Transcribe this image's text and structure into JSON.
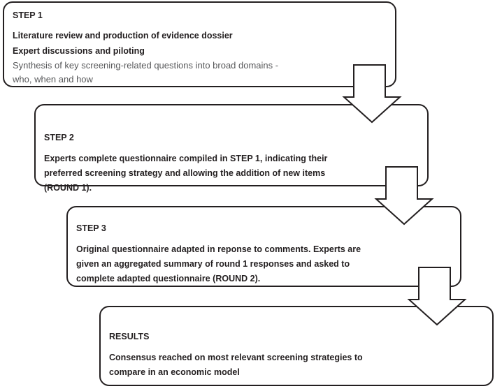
{
  "diagram": {
    "title": "Delphi consensus process flowchart",
    "background_color": "#ffffff",
    "line_color": "#231f20",
    "muted_text_color": "#58595b"
  },
  "stages": [
    {
      "id": "step-1",
      "heading": "STEP 1",
      "lines": [
        "Literature review and production of evidence dossier",
        "Expert discussions and piloting"
      ],
      "note_line_1": "Synthesis of key screening-related questions into broad domains -",
      "note_line_2": "who, when and how"
    },
    {
      "id": "step-2",
      "heading": "STEP 2",
      "lines": [
        "Experts complete questionnaire compiled in STEP 1, indicating their",
        "preferred screening strategy and allowing the addition of new items",
        "(ROUND 1)."
      ]
    },
    {
      "id": "step-3",
      "heading": "STEP 3",
      "lines": [
        "Original questionnaire adapted in reponse to comments. Experts are",
        "given an aggregated summary of round 1 responses and asked to",
        "complete adapted questionnaire (ROUND 2)."
      ]
    },
    {
      "id": "results",
      "heading": "RESULTS",
      "lines": [
        "Consensus reached on most relevant screening strategies to",
        "compare in an economic model"
      ]
    }
  ],
  "connectors": [
    {
      "id": "arrow-step1-to-step2",
      "label": "down-arrow"
    },
    {
      "id": "arrow-step2-to-step3",
      "label": "down-arrow"
    },
    {
      "id": "arrow-step3-to-results",
      "label": "down-arrow"
    }
  ]
}
